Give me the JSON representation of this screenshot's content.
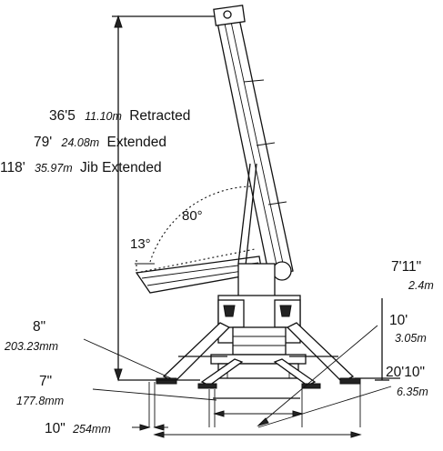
{
  "height_labels": {
    "retracted": {
      "imperial": "36'5",
      "metric": "11.10m",
      "desc": "Retracted"
    },
    "extended": {
      "imperial": "79'",
      "metric": "24.08m",
      "desc": "Extended"
    },
    "jib_extended": {
      "imperial": "118'",
      "metric": "35.97m",
      "desc": "Jib Extended"
    }
  },
  "angles": {
    "max_elevation": "80°",
    "min_elevation": "13°"
  },
  "dimensions": {
    "clearance_8": {
      "imperial": "8\"",
      "metric": "203.23mm"
    },
    "clearance_7": {
      "imperial": "7\"",
      "metric": "177.8mm"
    },
    "pad_10": {
      "imperial": "10\"",
      "metric": "254mm"
    },
    "height_7_11": {
      "imperial": "7'11\"",
      "metric": "2.4m"
    },
    "width_10": {
      "imperial": "10'",
      "metric": "3.05m"
    },
    "spread_20_10": {
      "imperial": "20'10\"",
      "metric": "6.35m"
    }
  }
}
